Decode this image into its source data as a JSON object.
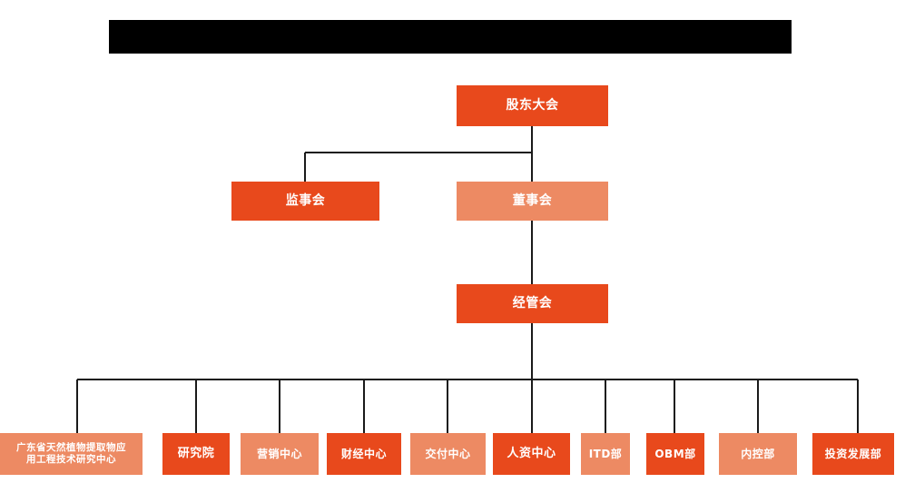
{
  "chart_title_banner": {
    "redacted": true,
    "text": ""
  },
  "theme": {
    "background": "#FFFFFF",
    "accent_dark": "#E8491C",
    "accent_light": "#ED8A63",
    "line_color": "#1A1A1A",
    "text_color": "#FFFFFF"
  },
  "diagram": {
    "type": "org-chart",
    "levels": [
      {
        "level": 1,
        "nodes": [
          {
            "id": "shareholders",
            "label": "股东大会",
            "fill": "dark"
          }
        ]
      },
      {
        "level": 2,
        "nodes": [
          {
            "id": "supervisors",
            "label": "监事会",
            "fill": "dark"
          },
          {
            "id": "directors",
            "label": "董事会",
            "fill": "light"
          }
        ]
      },
      {
        "level": 3,
        "nodes": [
          {
            "id": "management",
            "label": "经管会",
            "fill": "dark"
          }
        ]
      },
      {
        "level": 4,
        "nodes": [
          {
            "id": "gd-center",
            "label": "广东省天然植物提取物应\n用工程技术研究中心",
            "fill": "light"
          },
          {
            "id": "research",
            "label": "研究院",
            "fill": "dark"
          },
          {
            "id": "marketing",
            "label": "营销中心",
            "fill": "light"
          },
          {
            "id": "finance",
            "label": "财经中心",
            "fill": "dark"
          },
          {
            "id": "delivery",
            "label": "交付中心",
            "fill": "light"
          },
          {
            "id": "hr",
            "label": "人资中心",
            "fill": "dark"
          },
          {
            "id": "itd",
            "label": "ITD部",
            "fill": "light"
          },
          {
            "id": "obm",
            "label": "OBM部",
            "fill": "dark"
          },
          {
            "id": "internal-control",
            "label": "内控部",
            "fill": "light"
          },
          {
            "id": "investment",
            "label": "投资发展部",
            "fill": "dark"
          }
        ]
      }
    ]
  },
  "nodes": {
    "shareholders": "股东大会",
    "supervisors": "监事会",
    "directors": "董事会",
    "management": "经管会",
    "gd_center": "广东省天然植物提取物应\n用工程技术研究中心",
    "research": "研究院",
    "marketing": "营销中心",
    "finance": "财经中心",
    "delivery": "交付中心",
    "hr": "人资中心",
    "itd": "ITD部",
    "obm": "OBM部",
    "internal_control": "内控部",
    "investment": "投资发展部"
  }
}
